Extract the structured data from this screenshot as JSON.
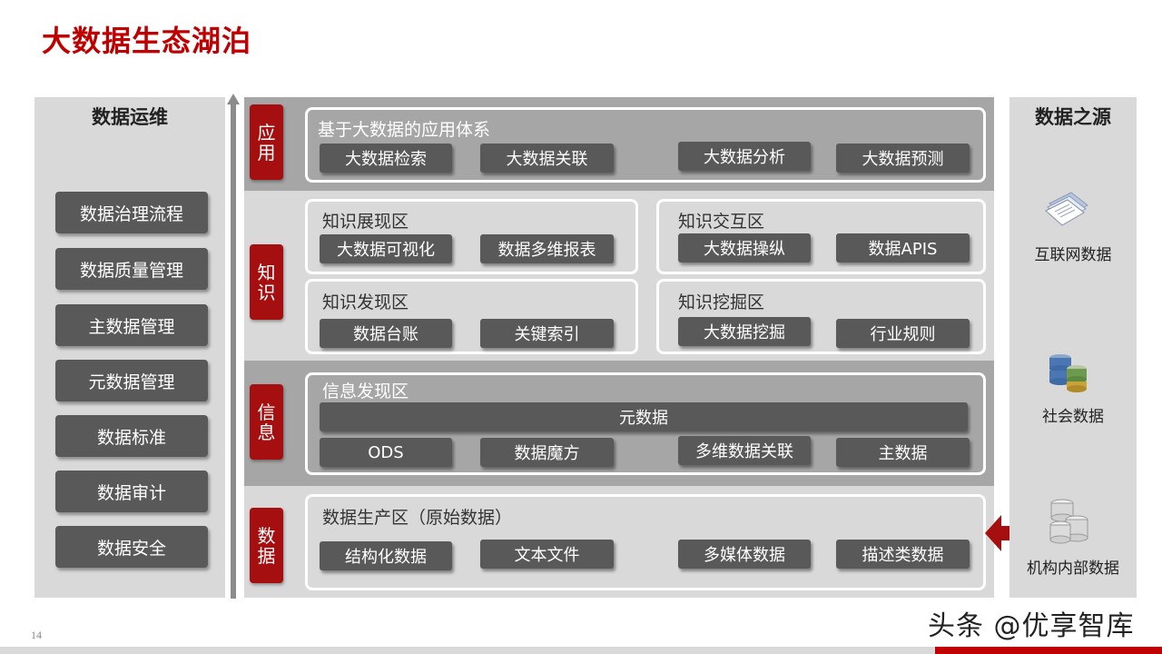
{
  "title": "大数据生态湖泊",
  "page_number": "14",
  "watermark": "头条 @优享智库",
  "ops": {
    "title": "数据运维",
    "items": [
      "数据治理流程",
      "数据质量管理",
      "主数据管理",
      "元数据管理",
      "数据标准",
      "数据审计",
      "数据安全"
    ]
  },
  "layers": {
    "app": {
      "tag": "应用",
      "zone_title": "基于大数据的应用体系",
      "chips": [
        "大数据检索",
        "大数据关联",
        "大数据分析",
        "大数据预测"
      ]
    },
    "knowledge": {
      "tag": "知识",
      "zones": [
        {
          "title": "知识展现区",
          "chips": [
            "大数据可视化",
            "数据多维报表"
          ]
        },
        {
          "title": "知识交互区",
          "chips": [
            "大数据操纵",
            "数据APIS"
          ]
        },
        {
          "title": "知识发现区",
          "chips": [
            "数据台账",
            "关键索引"
          ]
        },
        {
          "title": "知识挖掘区",
          "chips": [
            "大数据挖掘",
            "行业规则"
          ]
        }
      ]
    },
    "info": {
      "tag": "信息",
      "zone_title": "信息发现区",
      "wide_chip": "元数据",
      "chips": [
        "ODS",
        "数据魔方",
        "多维数据关联",
        "主数据"
      ]
    },
    "data": {
      "tag": "数据",
      "zone_title": "数据生产区（原始数据）",
      "chips": [
        "结构化数据",
        "文本文件",
        "多媒体数据",
        "描述类数据"
      ]
    }
  },
  "sources": {
    "title": "数据之源",
    "items": [
      {
        "label": "互联网数据",
        "icon": "documents-icon"
      },
      {
        "label": "社会数据",
        "icon": "database-stack-icon"
      },
      {
        "label": "机构内部数据",
        "icon": "database-cylinders-icon"
      }
    ]
  },
  "colors": {
    "accent_red": "#c00000",
    "tag_red": "#a50f0f",
    "chip_gray": "#595959",
    "band_dark": "#a6a6a6",
    "band_light": "#d9d9d9"
  }
}
